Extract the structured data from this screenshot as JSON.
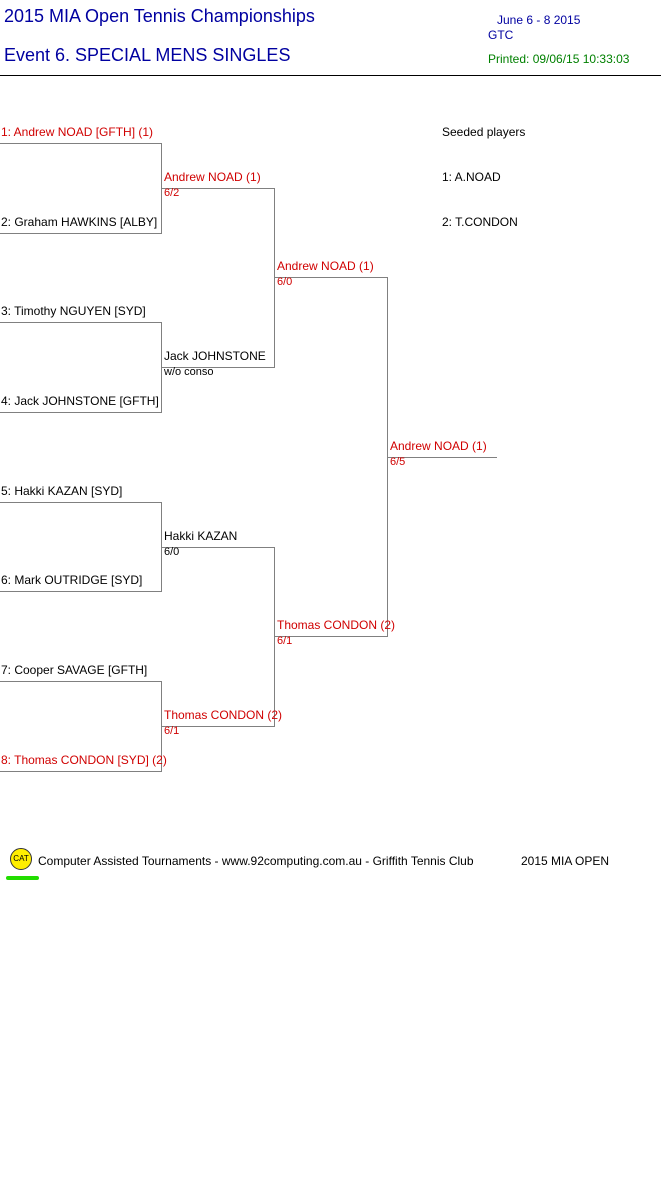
{
  "header": {
    "title": "2015 MIA Open Tennis Championships",
    "event": "Event 6. SPECIAL MENS SINGLES",
    "dates": "June 6 - 8  2015",
    "venue": "GTC",
    "printed": "Printed: 09/06/15 10:33:03"
  },
  "seeds": {
    "heading": "Seeded players",
    "list": [
      "1: A.NOAD",
      "2: T.CONDON"
    ]
  },
  "round1": [
    {
      "name": "1: Andrew NOAD [GFTH] (1)",
      "seeded": true
    },
    {
      "name": "2: Graham HAWKINS [ALBY]",
      "seeded": false
    },
    {
      "name": "3: Timothy NGUYEN [SYD]",
      "seeded": false
    },
    {
      "name": "4: Jack JOHNSTONE [GFTH]",
      "seeded": false
    },
    {
      "name": "5: Hakki KAZAN [SYD]",
      "seeded": false
    },
    {
      "name": "6: Mark OUTRIDGE [SYD]",
      "seeded": false
    },
    {
      "name": "7: Cooper SAVAGE [GFTH]",
      "seeded": false
    },
    {
      "name": "8: Thomas CONDON [SYD] (2)",
      "seeded": true
    }
  ],
  "round2": [
    {
      "name": "Andrew NOAD (1)",
      "score": "6/2",
      "seeded": true
    },
    {
      "name": "Jack JOHNSTONE",
      "score": "w/o conso",
      "seeded": false
    },
    {
      "name": "Hakki KAZAN",
      "score": "6/0",
      "seeded": false
    },
    {
      "name": "Thomas CONDON (2)",
      "score": "6/1",
      "seeded": true
    }
  ],
  "round3": [
    {
      "name": "Andrew NOAD (1)",
      "score": "6/0",
      "seeded": true
    },
    {
      "name": "Thomas CONDON (2)",
      "score": "6/1",
      "seeded": true
    }
  ],
  "final": {
    "name": "Andrew NOAD (1)",
    "score": "6/5",
    "seeded": true
  },
  "footer": {
    "logo_text": "CAT",
    "credit": "Computer Assisted Tournaments - www.92computing.com.au -  Griffith Tennis Club",
    "tournament": "2015 MIA OPEN"
  }
}
